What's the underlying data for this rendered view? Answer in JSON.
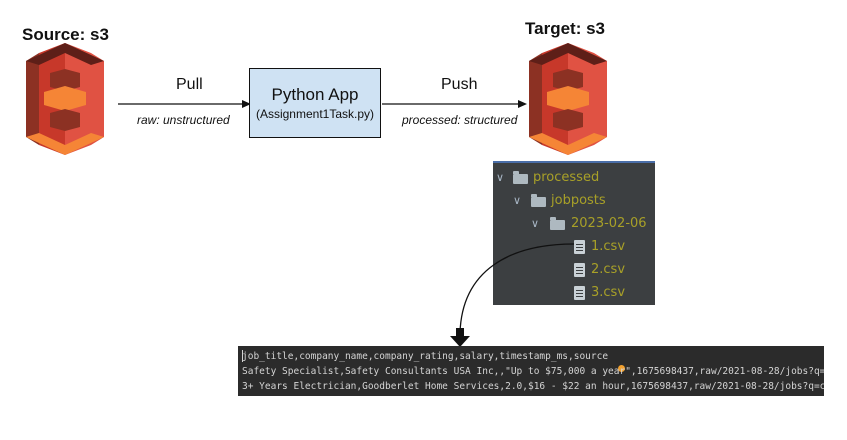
{
  "source": {
    "title": "Source: s3",
    "icon": "aws-s3-bucket-icon"
  },
  "target": {
    "title": "Target: s3",
    "icon": "aws-s3-bucket-icon"
  },
  "pull_edge": {
    "label": "Pull",
    "sublabel": "raw: unstructured"
  },
  "push_edge": {
    "label": "Push",
    "sublabel": "processed: structured"
  },
  "app": {
    "title": "Python App",
    "subtitle": "(Assignment1Task.py)"
  },
  "file_tree": {
    "items": [
      {
        "label": "processed",
        "icon": "folder-icon"
      },
      {
        "label": "jobposts",
        "icon": "folder-icon"
      },
      {
        "label": "2023-02-06",
        "icon": "folder-icon"
      },
      {
        "label": "1.csv",
        "icon": "file-icon"
      },
      {
        "label": "2.csv",
        "icon": "file-icon"
      },
      {
        "label": "3.csv",
        "icon": "file-icon"
      }
    ]
  },
  "csv_preview": {
    "lines": [
      "job_title,company_name,company_rating,salary,timestamp_ms,source",
      "Safety Specialist,Safety Consultants USA Inc,,\"Up to $75,000 a year\",1675698437,raw/2021-08-28/jobs?q=",
      "3+ Years Electrician,Goodberlet Home Services,2.0,$16 - $22 an hour,1675698437,raw/2021-08-28/jobs?q=c"
    ]
  },
  "colors": {
    "s3_red": "#e05243",
    "app_fill": "#cfe2f3",
    "tree_bg": "#3c3f41",
    "tree_text": "#a8a028",
    "csv_bg": "#2b2b2b"
  }
}
